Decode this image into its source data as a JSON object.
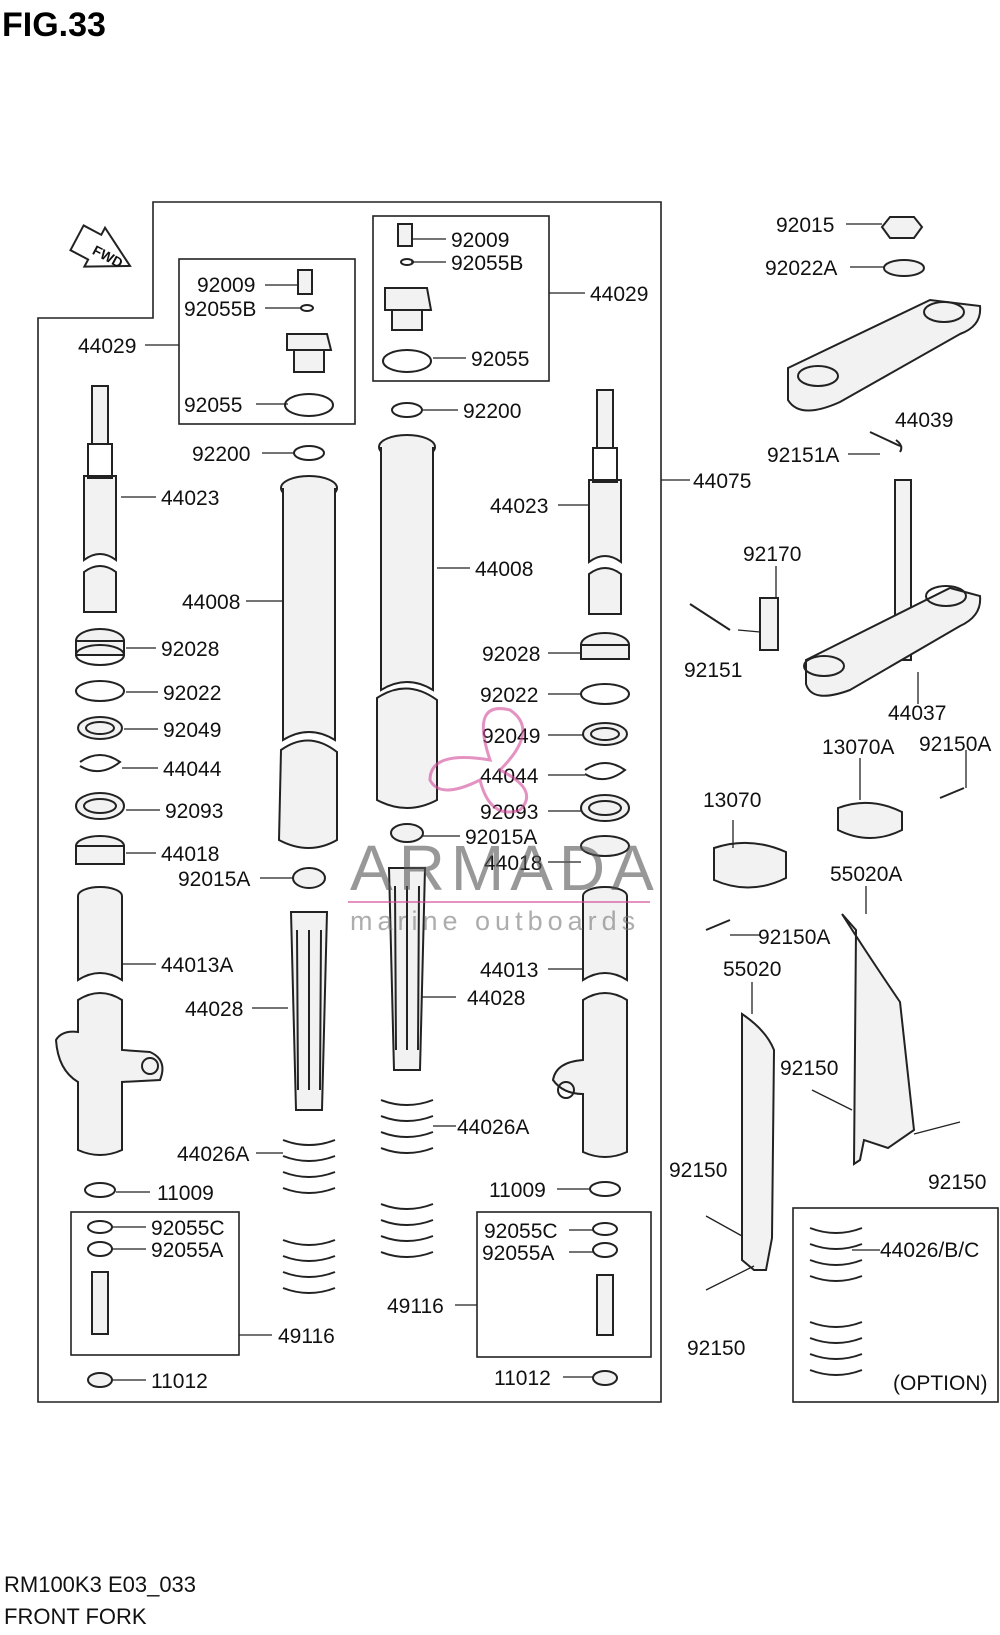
{
  "figure": {
    "number": "FIG.33",
    "model_code": "RM100K3 E03_033",
    "caption": "FRONT FORK"
  },
  "fwd_label": "FWD",
  "option_label": "(OPTION)",
  "watermark": {
    "brand": "ARMADA",
    "tagline": "marine outboards"
  },
  "callouts": [
    "92009",
    "92055B",
    "44029",
    "92055",
    "92200",
    "92009",
    "92055B",
    "44029",
    "92055",
    "92200",
    "44023",
    "44008",
    "92028",
    "92022",
    "92049",
    "44044",
    "92093",
    "44018",
    "92015A",
    "44013A",
    "44028",
    "44026A",
    "11009",
    "92055C",
    "92055A",
    "49116",
    "11012",
    "44023",
    "44008",
    "92028",
    "92022",
    "92049",
    "44044",
    "92093",
    "92015A",
    "44018",
    "44013",
    "44028",
    "44026A",
    "11009",
    "92055C",
    "92055A",
    "49116",
    "11012",
    "44075",
    "92015",
    "92022A",
    "44039",
    "92151A",
    "92170",
    "92151",
    "44037",
    "13070A",
    "92150A",
    "13070",
    "92150A",
    "55020A",
    "55020",
    "92150",
    "92150",
    "92150",
    "92150",
    "44026/B/C"
  ]
}
